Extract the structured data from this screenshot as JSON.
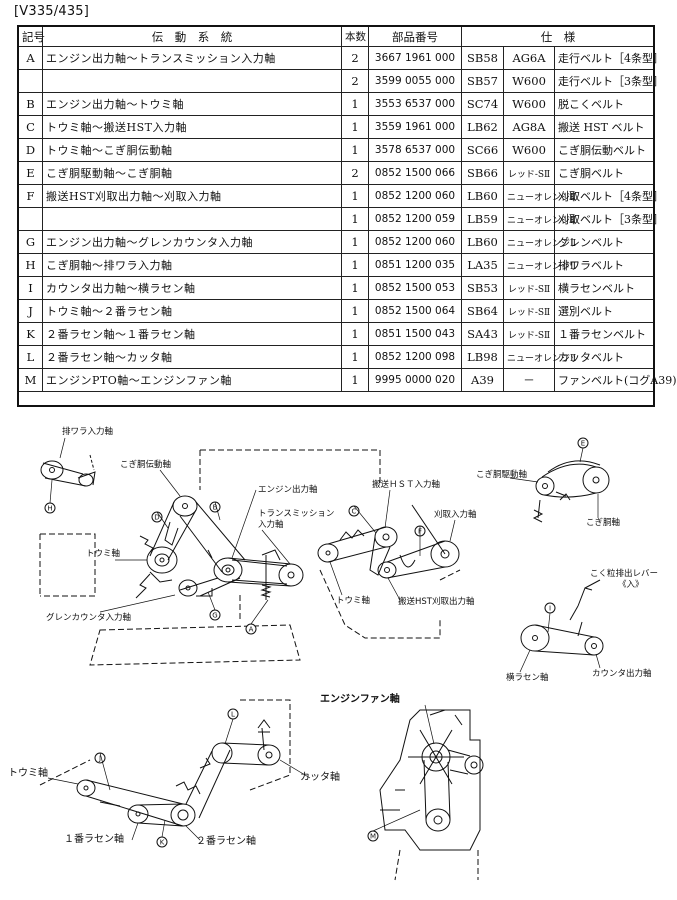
{
  "model_label": "[V335/435]",
  "table": {
    "headers": {
      "mark": "記号",
      "route": "伝　動　系　統",
      "qty": "本数",
      "part": "部品番号",
      "spec": "仕　様"
    },
    "rows": [
      {
        "mark": "A",
        "route": "エンジン出力軸～トランスミッション入力軸",
        "qty": "2",
        "part": "3667 1961 000",
        "code": "SB58",
        "type": "AG6A",
        "belt": "走行ベルト［4条型］"
      },
      {
        "mark": "",
        "route": "",
        "qty": "2",
        "part": "3599 0055 000",
        "code": "SB57",
        "type": "W600",
        "belt": "走行ベルト［3条型］"
      },
      {
        "mark": "B",
        "route": "エンジン出力軸～トウミ軸",
        "qty": "1",
        "part": "3553 6537 000",
        "code": "SC74",
        "type": "W600",
        "belt": "脱こくベルト"
      },
      {
        "mark": "C",
        "route": "トウミ軸～搬送HST入力軸",
        "qty": "1",
        "part": "3559 1961 000",
        "code": "LB62",
        "type": "AG8A",
        "belt": "搬送 HST ベルト"
      },
      {
        "mark": "D",
        "route": "トウミ軸～こぎ胴伝動軸",
        "qty": "1",
        "part": "3578 6537 000",
        "code": "SC66",
        "type": "W600",
        "belt": "こぎ胴伝動ベルト"
      },
      {
        "mark": "E",
        "route": "こぎ胴駆動軸～こぎ胴軸",
        "qty": "2",
        "part": "0852 1500 066",
        "code": "SB66",
        "type": "レッド-SⅡ",
        "belt": "こぎ胴ベルト"
      },
      {
        "mark": "F",
        "route": "搬送HST刈取出力軸～刈取入力軸",
        "qty": "1",
        "part": "0852 1200 060",
        "code": "LB60",
        "type": "ニューオレンジⅡ",
        "belt": "刈取ベルト［4条型］"
      },
      {
        "mark": "",
        "route": "",
        "qty": "1",
        "part": "0852 1200 059",
        "code": "LB59",
        "type": "ニューオレンジⅡ",
        "belt": "刈取ベルト［3条型］"
      },
      {
        "mark": "G",
        "route": "エンジン出力軸～グレンカウンタ入力軸",
        "qty": "1",
        "part": "0852 1200 060",
        "code": "LB60",
        "type": "ニューオレンジⅡ",
        "belt": "グレンベルト"
      },
      {
        "mark": "H",
        "route": "こぎ胴軸～排ワラ入力軸",
        "qty": "1",
        "part": "0851 1200 035",
        "code": "LA35",
        "type": "ニューオレンジⅡ",
        "belt": "排ワラベルト"
      },
      {
        "mark": "I",
        "route": "カウンタ出力軸～横ラセン軸",
        "qty": "1",
        "part": "0852 1500 053",
        "code": "SB53",
        "type": "レッド-SⅡ",
        "belt": "横ラセンベルト"
      },
      {
        "mark": "J",
        "route": "トウミ軸～２番ラセン軸",
        "qty": "1",
        "part": "0852 1500 064",
        "code": "SB64",
        "type": "レッド-SⅡ",
        "belt": "選別ベルト"
      },
      {
        "mark": "K",
        "route": "２番ラセン軸～１番ラセン軸",
        "qty": "1",
        "part": "0851 1500 043",
        "code": "SA43",
        "type": "レッド-SⅡ",
        "belt": "１番ラセンベルト"
      },
      {
        "mark": "L",
        "route": "２番ラセン軸～カッタ軸",
        "qty": "1",
        "part": "0852 1200 098",
        "code": "LB98",
        "type": "ニューオレンジⅡ",
        "belt": "カッタベルト"
      },
      {
        "mark": "M",
        "route": "エンジンPTO軸～エンジンファン軸",
        "qty": "1",
        "part": "9995 0000 020",
        "code": "A39",
        "type": "－",
        "belt": "ファンベルト(コグA39)"
      }
    ]
  },
  "diagrams": {
    "labels": {
      "haiwara_input": "排ワラ入力軸",
      "kogido_transmission": "こぎ胴伝動軸",
      "engine_output": "エンジン出力軸",
      "transmission_input_1": "トランスミッション",
      "transmission_input_2": "入力軸",
      "hst_input": "搬送ＨＳＴ入力軸",
      "reaping_input": "刈取入力軸",
      "kogido_drive": "こぎ胴駆動軸",
      "kogido_shaft": "こぎ胴軸",
      "toumi_1": "トウミ軸",
      "toumi_2": "トウミ軸",
      "toumi_3": "トウミ軸",
      "grain_counter_input": "グレンカウンタ入力軸",
      "hst_reaping_output": "搬送HST刈取出力軸",
      "grain_lever_1": "こく粒排出レバー",
      "grain_lever_2": "《入》",
      "yoko_rasen": "横ラセン軸",
      "counter_output": "カウンタ出力軸",
      "engine_fan": "エンジンファン軸",
      "cutter": "カッタ軸",
      "rasen_1": "１番ラセン軸",
      "rasen_2": "２番ラセン軸"
    },
    "markers": {
      "A": "A",
      "B": "B",
      "C": "C",
      "D": "D",
      "E": "E",
      "F": "F",
      "G": "G",
      "H": "H",
      "I": "I",
      "J": "J",
      "K": "K",
      "L": "L",
      "M": "M"
    }
  }
}
